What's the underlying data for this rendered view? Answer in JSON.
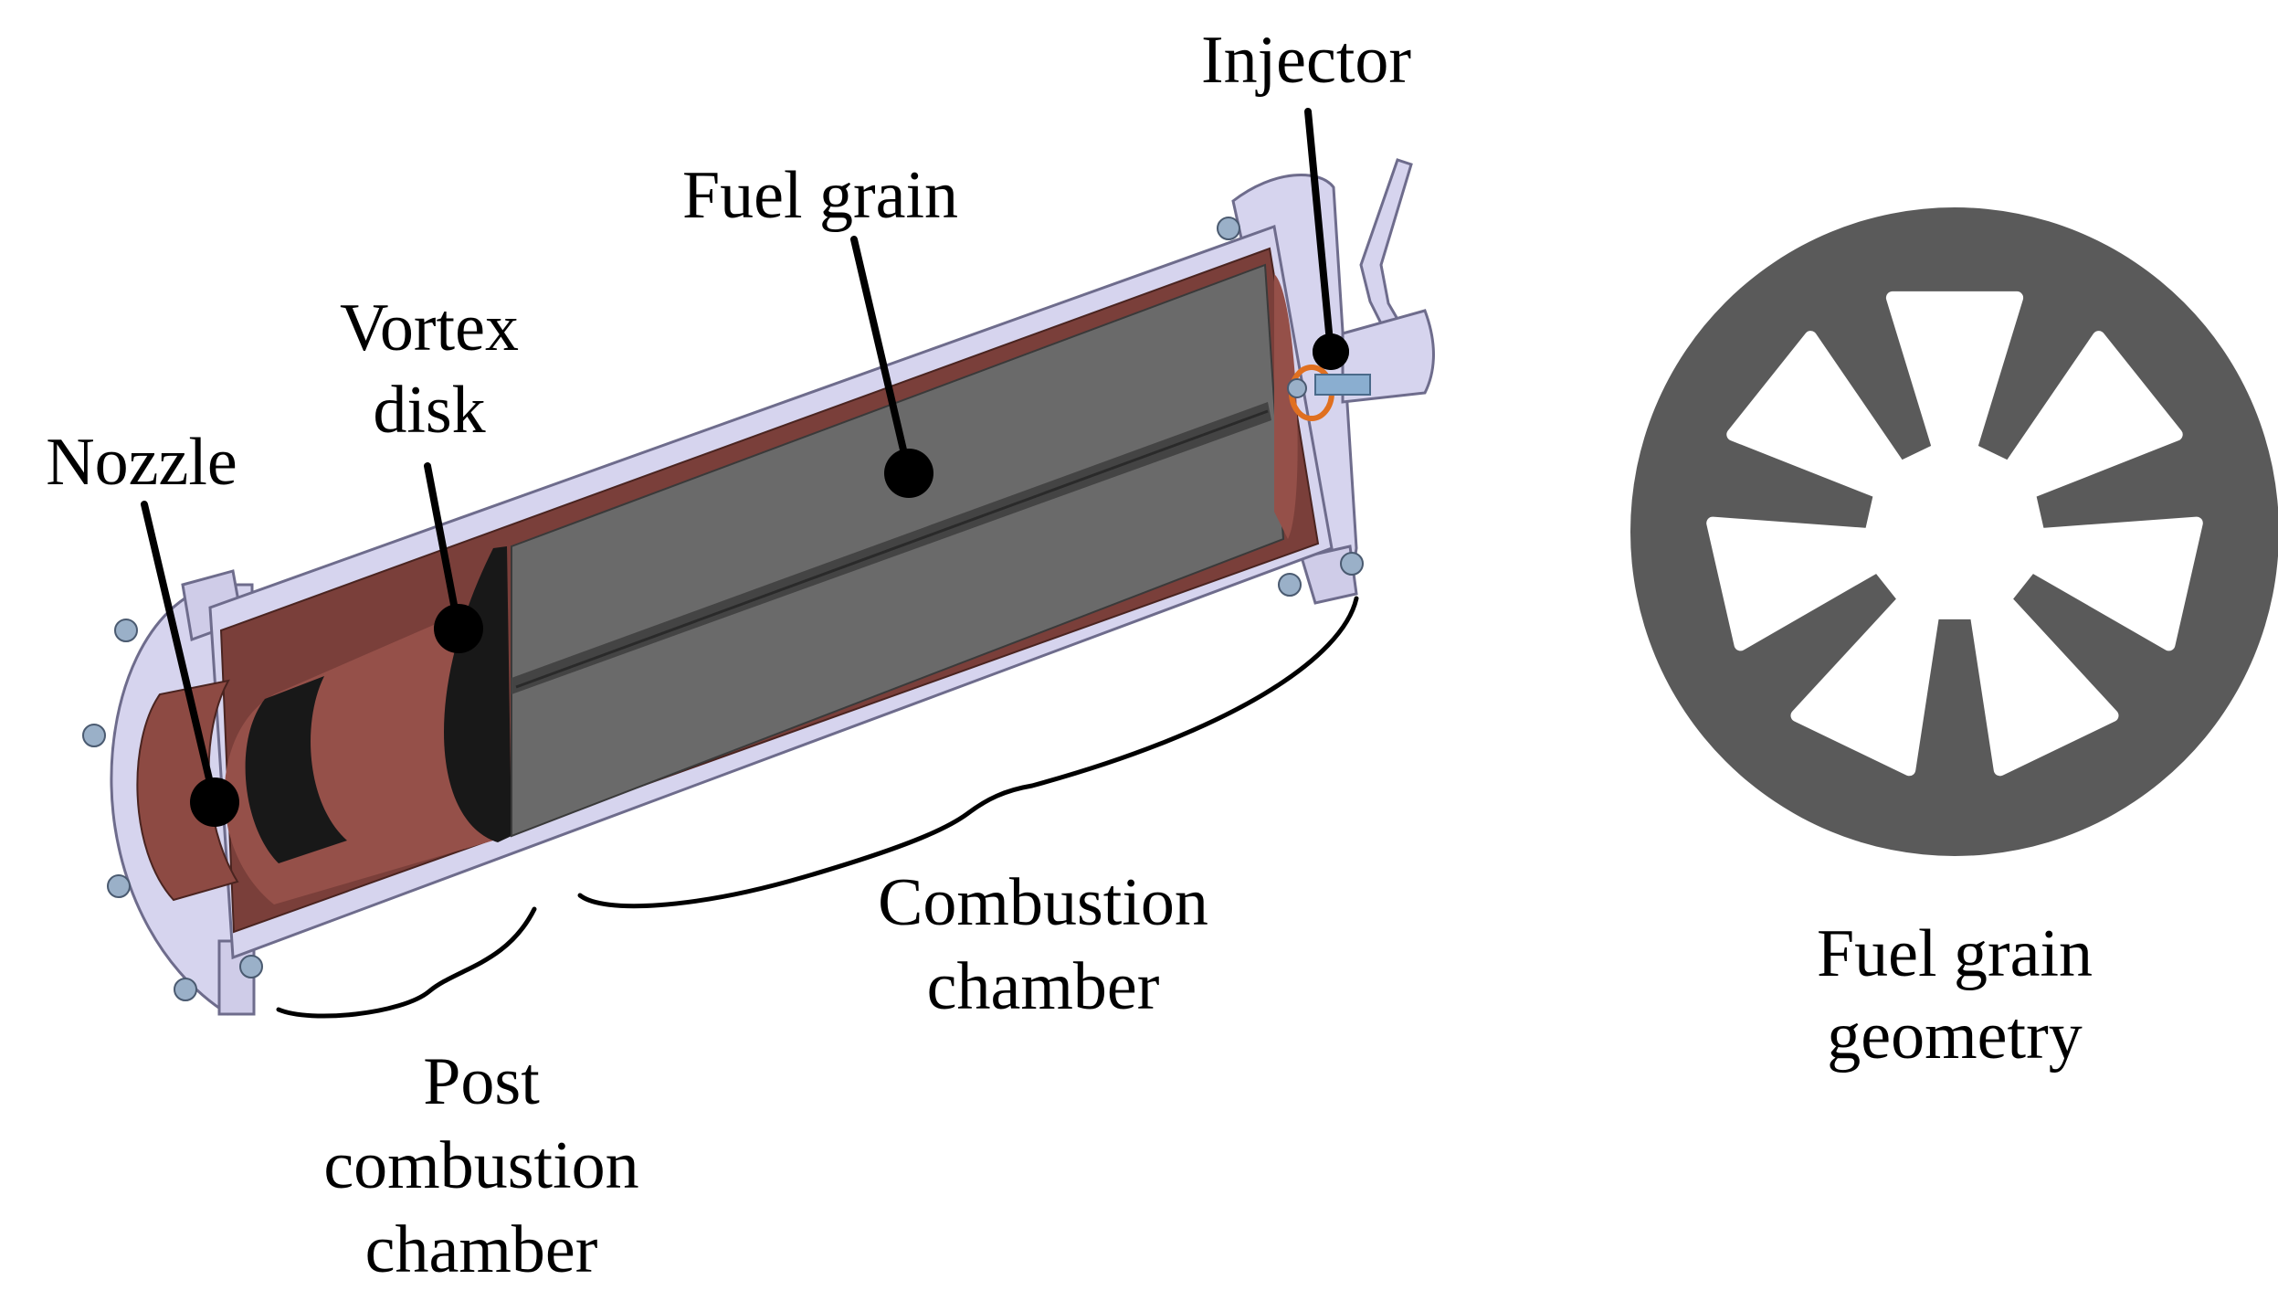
{
  "labels": {
    "injector": "Injector",
    "fuel_grain": "Fuel grain",
    "vortex_line1": "Vortex",
    "vortex_line2": "disk",
    "nozzle": "Nozzle",
    "combustion_line1": "Combustion",
    "combustion_line2": "chamber",
    "post_line1": "Post",
    "post_line2": "combustion",
    "post_line3": "chamber",
    "geometry_line1": "Fuel grain",
    "geometry_line2": "geometry"
  },
  "colors": {
    "casing": "#d6d4ee",
    "casing_edge": "#6e6c8c",
    "liner": "#7a3f3a",
    "liner_light": "#955049",
    "grain": "#6a6a6a",
    "grain_dark": "#4a4a4a",
    "disk": "#181818",
    "seal": "#e07020",
    "injector": "#8aaed0",
    "grain_section": "#5a5a5a",
    "ink": "#000000"
  },
  "grain_geometry": {
    "star_points": 7
  }
}
